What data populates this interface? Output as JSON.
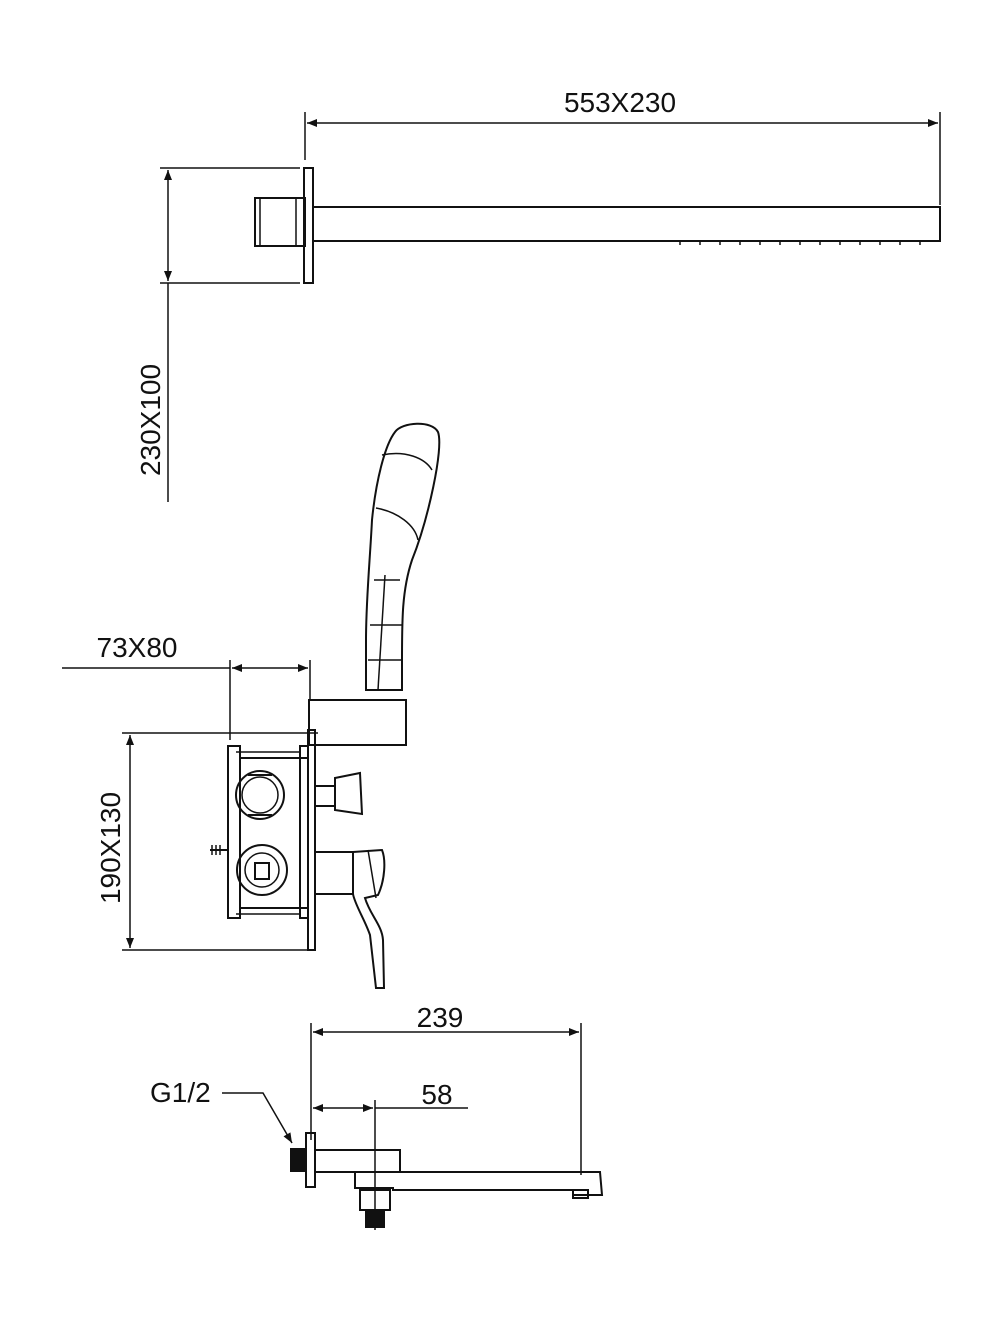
{
  "dimensions": {
    "shower_arm_length": "553X230",
    "shower_head_size": "230X100",
    "mixer_depth": "73X80",
    "mixer_body_size": "190X130",
    "spout_length": "239",
    "spout_outlet_offset": "58",
    "inlet_thread": "G1/2"
  },
  "colors": {
    "line": "#111111",
    "background": "#ffffff"
  }
}
